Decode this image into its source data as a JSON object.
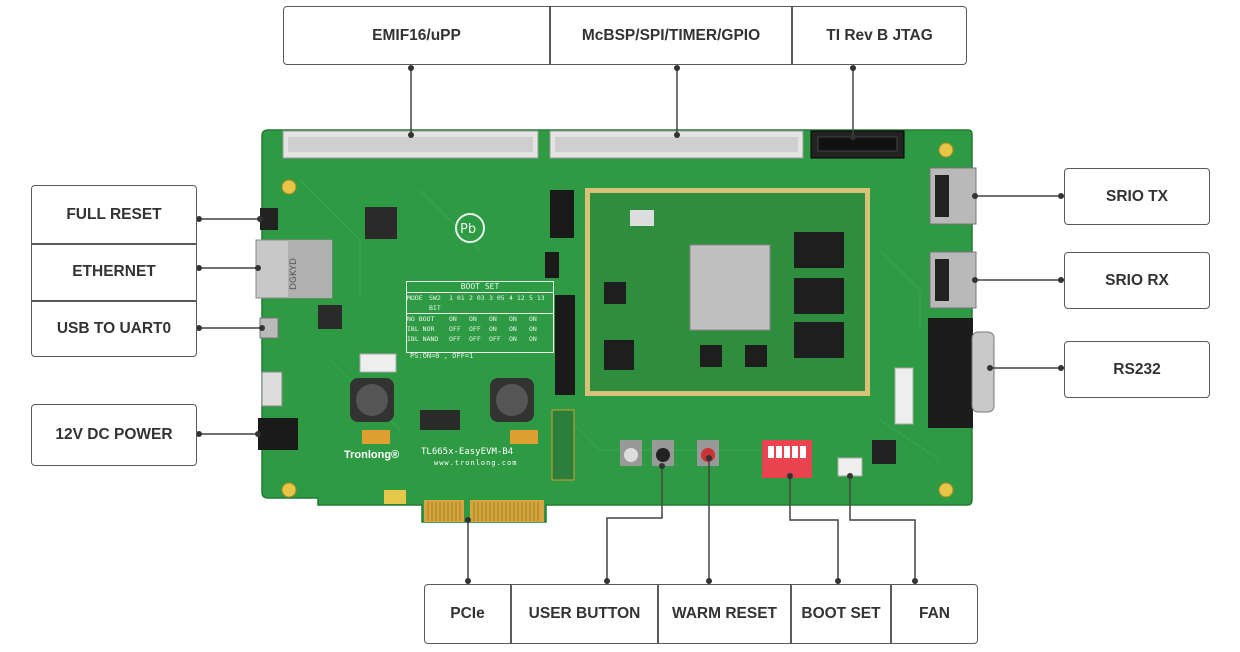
{
  "top_labels": [
    "EMIF16/uPP",
    "McBSP/SPI/TIMER/GPIO",
    "TI Rev B JTAG"
  ],
  "left_labels": [
    "FULL RESET",
    "ETHERNET",
    "USB TO UART0"
  ],
  "left_power_label": "12V DC POWER",
  "right_labels": [
    "SRIO TX",
    "SRIO RX",
    "RS232"
  ],
  "bottom_labels": [
    "PCIe",
    "USER BUTTON",
    "WARM RESET",
    "BOOT SET",
    "FAN"
  ],
  "board": {
    "brand": "Tronlong®",
    "model": "TL665x-EasyEVM-B4",
    "website": "www.tronlong.com",
    "boot_table": {
      "title": "BOOT SET",
      "header": [
        "MODE",
        "SW2 BIT",
        "1 01",
        "2 03",
        "3 05",
        "4 12",
        "5 13"
      ],
      "rows": [
        [
          "NO BOOT",
          "ON",
          "ON",
          "ON",
          "ON",
          "ON"
        ],
        [
          "IBL NOR",
          "OFF",
          "OFF",
          "ON",
          "ON",
          "ON"
        ],
        [
          "IBL NAND",
          "OFF",
          "OFF",
          "OFF",
          "ON",
          "ON"
        ]
      ],
      "note": "PS:ON=0 , OFF=1"
    }
  },
  "colors": {
    "pcb": "#2f9a44",
    "border": "#5a5a5a",
    "text": "#333333"
  }
}
